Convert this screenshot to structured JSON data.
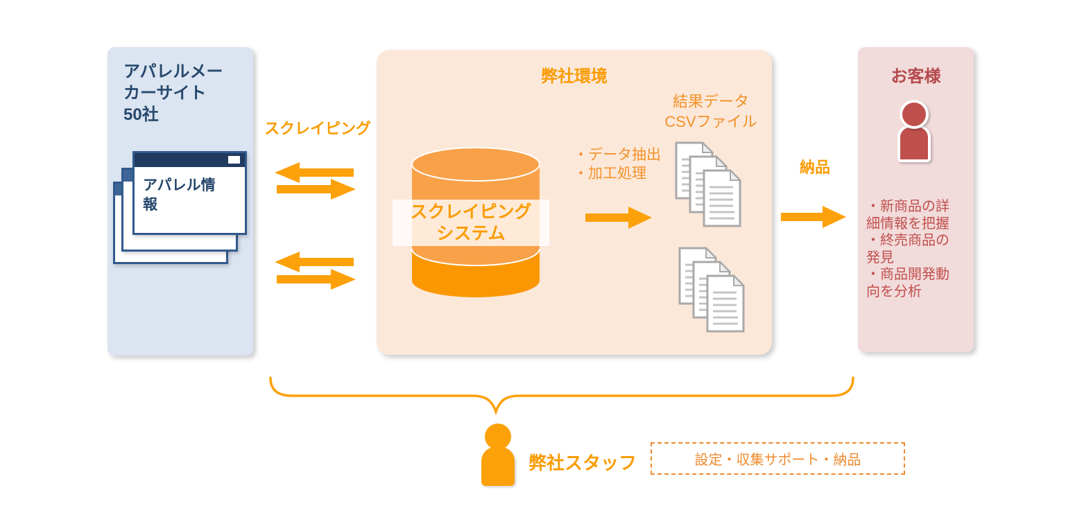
{
  "colors": {
    "accent_orange": "#FCA10A",
    "orange_title_text": "#FA9C05",
    "orange_body_text": "#F2922B",
    "navy_title_text": "#27496D",
    "navy_titlebar": "#203A60",
    "window_border": "#31598C",
    "blue_box_bg": "#DBE4F1",
    "peach_box_bg": "#FCE8D9",
    "pink_box_bg": "#F2DBDB",
    "red_text": "#C0504D"
  },
  "source_box": {
    "title": "アパレルメー\nカーサイト\n50社",
    "window_label": "アパレル情\n報",
    "windows_icon": "stacked-browser-windows-icon"
  },
  "scraping": {
    "label": "スクレイピング",
    "arrows_icon": "bidirectional-arrows-icon"
  },
  "company_box": {
    "title": "弊社環境",
    "database_icon": "database-cylinder-icon",
    "system_label": "スクレイピング\nシステム",
    "process_bullets": "・データ抽出\n・加工処理",
    "result_label": "結果データ\nCSVファイル",
    "documents_icon": "csv-document-stack-icon",
    "transform_arrow_icon": "right-arrow-icon"
  },
  "delivery": {
    "label": "納品",
    "arrow_icon": "right-arrow-icon"
  },
  "customer_box": {
    "title": "お客様",
    "person_icon": "customer-person-icon",
    "benefits": "・新商品の詳\n細情報を把握\n・終売商品の\n発見\n・商品開発動\n向を分析"
  },
  "staff": {
    "label": "弊社スタッフ",
    "person_icon": "staff-person-icon",
    "brace_icon": "curly-brace-icon",
    "support_note": "設定・収集サポート・納品"
  }
}
